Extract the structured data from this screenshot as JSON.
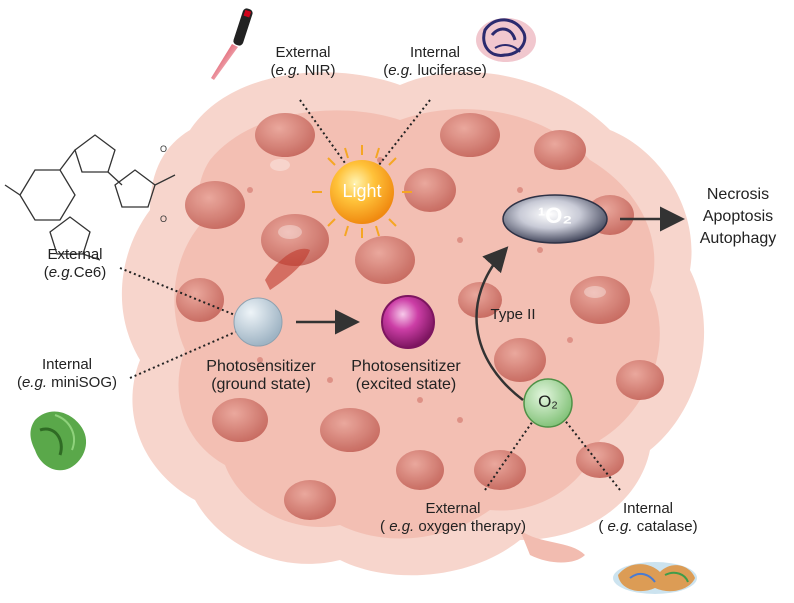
{
  "light": {
    "label": "Light",
    "external": {
      "title": "External",
      "example_prefix": "e.g.",
      "example": "NIR",
      "open": "(",
      "close": ")"
    },
    "internal": {
      "title": "Internal",
      "example_prefix": "e.g.",
      "example": "luciferase",
      "open": "(",
      "close": ")"
    }
  },
  "photosensitizer": {
    "ground": {
      "line1": "Photosensitizer",
      "line2": "(ground state)"
    },
    "excited": {
      "line1": "Photosensitizer",
      "line2": "(excited state)"
    },
    "external": {
      "title": "External",
      "example_prefix": "e.g.",
      "example": "Ce6",
      "open": "(",
      "close": ")"
    },
    "internal": {
      "title": "Internal",
      "example_prefix": "e.g.",
      "example": "miniSOG",
      "open": "(",
      "close": ")"
    }
  },
  "oxygen": {
    "label": "O₂",
    "singlet_label": "¹O₂",
    "type_label": "Type  II",
    "external": {
      "title": "External",
      "example_prefix": "e.g.",
      "example": "oxygen therapy",
      "open": "( ",
      "close": ")"
    },
    "internal": {
      "title": "Internal",
      "example_prefix": "e.g.",
      "example": "catalase",
      "open": "( ",
      "close": ")"
    }
  },
  "outcomes": [
    "Necrosis",
    "Apoptosis",
    "Autophagy"
  ],
  "colors": {
    "tumor_light": "#f6cdc3",
    "tumor_mid": "#eeaa9c",
    "cell_dark": "#c9655a",
    "light_orange": "#f5a623",
    "ground_gray": "#b7c9d6",
    "excited_magenta": "#b0268f",
    "oxygen_green": "#8fcf86",
    "singlet_dark": "#3a3f55"
  }
}
